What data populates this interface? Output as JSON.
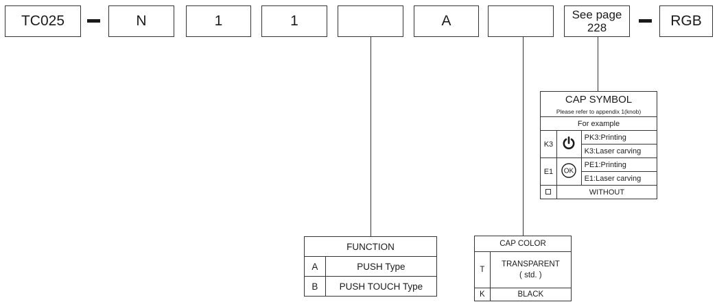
{
  "code": {
    "boxes": [
      "TC025",
      "N",
      "1",
      "1",
      "",
      "A",
      "",
      "",
      "RGB"
    ],
    "page_ref": [
      "See page",
      "228"
    ]
  },
  "cap_symbol": {
    "title": "CAP SYMBOL",
    "subtitle": "Please refer to appendix 1(knob)",
    "example_header": "For example",
    "rows": [
      {
        "code": "K3",
        "icon": "power-icon",
        "desc1": "PK3:Printing",
        "desc2": "K3:Laser carving"
      },
      {
        "code": "E1",
        "icon": "ok-icon",
        "icon_text": "OK",
        "desc1": "PE1:Printing",
        "desc2": "E1:Laser carving"
      }
    ],
    "without": "WITHOUT"
  },
  "function_table": {
    "title": "FUNCTION",
    "rows": [
      {
        "code": "A",
        "label": "PUSH Type"
      },
      {
        "code": "B",
        "label": "PUSH TOUCH Type"
      }
    ]
  },
  "cap_color": {
    "title": "CAP  COLOR",
    "rows": [
      {
        "code": "T",
        "label1": "TRANSPARENT",
        "label2": "( std. )"
      },
      {
        "code": "K",
        "label1": "BLACK"
      }
    ]
  }
}
